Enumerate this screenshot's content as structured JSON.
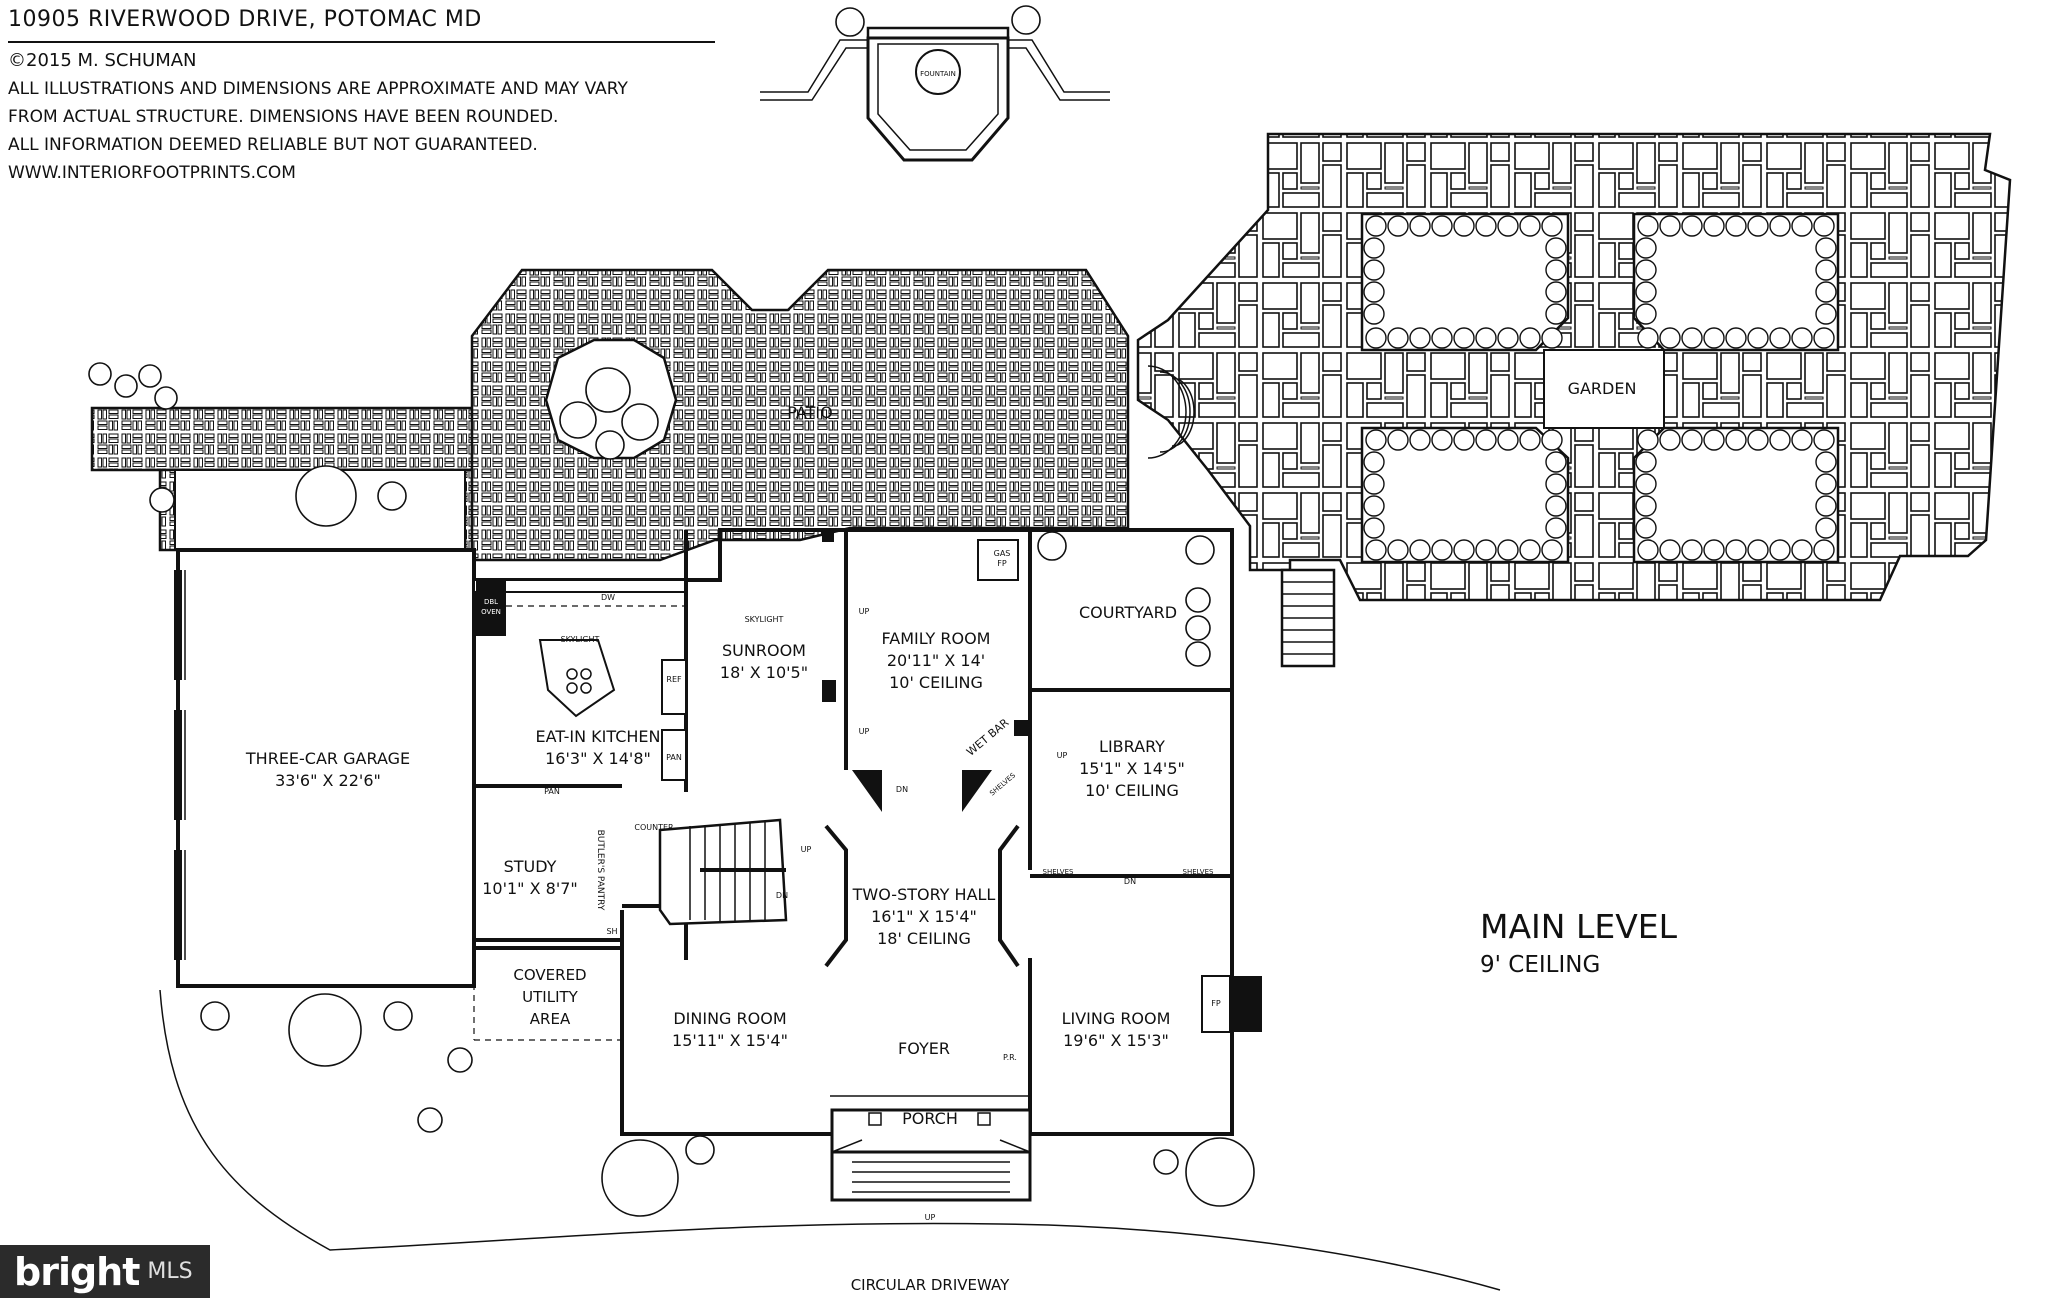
{
  "header": {
    "address": "10905 RIVERWOOD DRIVE, POTOMAC MD",
    "copyright": "©2015 M. SCHUMAN",
    "disclaimer_1": "ALL ILLUSTRATIONS AND DIMENSIONS ARE APPROXIMATE AND MAY VARY",
    "disclaimer_2": "FROM ACTUAL STRUCTURE. DIMENSIONS HAVE BEEN ROUNDED.",
    "disclaimer_3": "ALL INFORMATION DEEMED RELIABLE BUT NOT GUARANTEED.",
    "website": "WWW.INTERIORFOOTPRINTS.COM"
  },
  "level": {
    "name": "MAIN LEVEL",
    "ceiling": "9' CEILING"
  },
  "exterior": {
    "fountain": "FOUNTAIN",
    "patio": "PATIO",
    "garden": "GARDEN",
    "courtyard": "COURTYARD",
    "porch": "PORCH",
    "driveway": "CIRCULAR DRIVEWAY",
    "covered_utility_1": "COVERED",
    "covered_utility_2": "UTILITY",
    "covered_utility_3": "AREA"
  },
  "rooms": {
    "garage": {
      "name": "THREE-CAR GARAGE",
      "dims": "33'6\" X 22'6\""
    },
    "kitchen": {
      "name": "EAT-IN KITCHEN",
      "dims": "16'3\" X 14'8\""
    },
    "sunroom": {
      "name": "SUNROOM",
      "dims": "18' X 10'5\""
    },
    "family": {
      "name": "FAMILY ROOM",
      "dims": "20'11\" X 14'",
      "ceiling": "10' CEILING"
    },
    "library": {
      "name": "LIBRARY",
      "dims": "15'1\" X 14'5\"",
      "ceiling": "10' CEILING"
    },
    "study": {
      "name": "STUDY",
      "dims": "10'1\" X 8'7\""
    },
    "hall": {
      "name": "TWO-STORY HALL",
      "dims": "16'1\" X 15'4\"",
      "ceiling": "18' CEILING"
    },
    "dining": {
      "name": "DINING ROOM",
      "dims": "15'11\" X 15'4\""
    },
    "foyer": {
      "name": "FOYER"
    },
    "living": {
      "name": "LIVING ROOM",
      "dims": "19'6\" X 15'3\""
    }
  },
  "labels": {
    "skylight": "SKYLIGHT",
    "dw": "DW",
    "dbl_oven_1": "DBL",
    "dbl_oven_2": "OVEN",
    "ref": "REF",
    "pan": "PAN",
    "counter": "COUNTER",
    "butlers_pantry": "BUTLER'S PANTRY",
    "sh": "SH",
    "up": "UP",
    "dn": "DN",
    "gas_1": "GAS",
    "gas_2": "FP",
    "wet_bar": "WET BAR",
    "shelves": "SHELVES",
    "fp": "FP",
    "pr": "P.R."
  },
  "watermark": {
    "brand": "bright",
    "suffix": "MLS"
  }
}
